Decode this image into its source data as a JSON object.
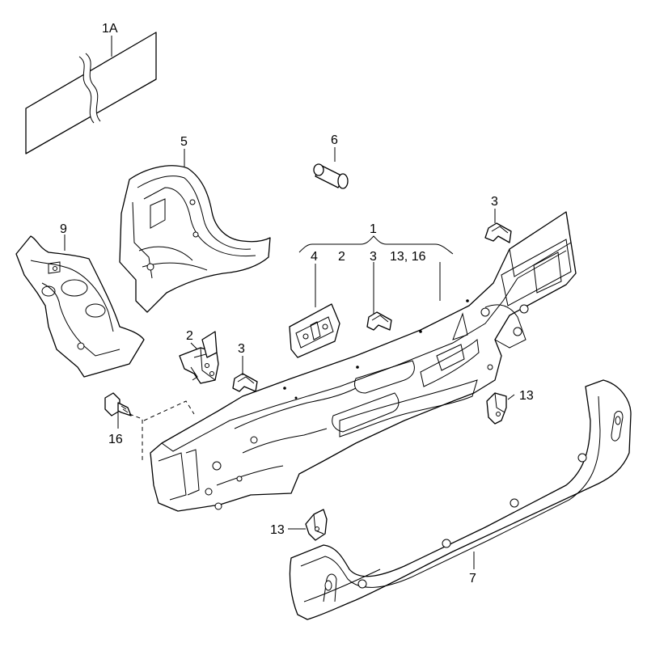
{
  "callouts": {
    "c1A": "1A",
    "c1": "1",
    "c2_top": "2",
    "c2_left": "2",
    "c3_right": "3",
    "c3_mid": "3",
    "c3_left": "3",
    "c4": "4",
    "c5": "5",
    "c6": "6",
    "c7": "7",
    "c9": "9",
    "c13_16": "13, 16",
    "c13_right": "13",
    "c13_bottom": "13",
    "c16": "16"
  }
}
